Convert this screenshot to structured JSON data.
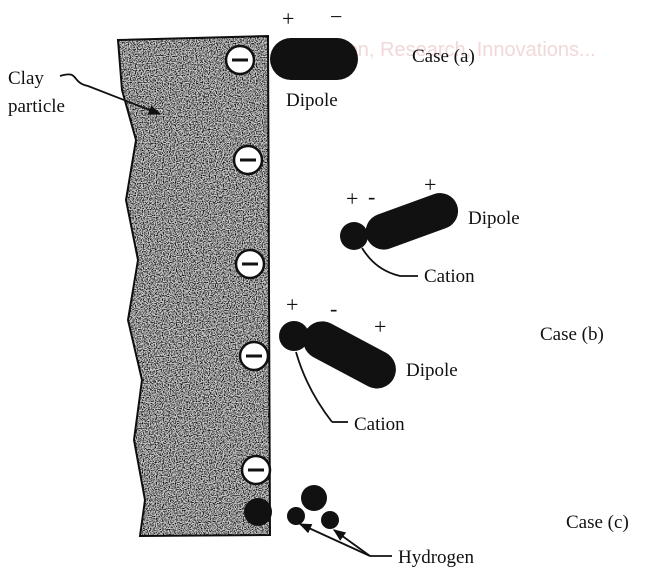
{
  "watermark": "...on, Research, Innovations...",
  "labels": {
    "clay_particle_line1": "Clay",
    "clay_particle_line2": "particle",
    "case_a": "Case (a)",
    "case_b": "Case (b)",
    "case_c": "Case (c)",
    "dipole_a": "Dipole",
    "dipole_b1": "Dipole",
    "dipole_b2": "Dipole",
    "cation_1": "Cation",
    "cation_2": "Cation",
    "hydrogen": "Hydrogen"
  },
  "signs": {
    "plus": "+",
    "minus": "−",
    "minus_short": "-"
  },
  "colors": {
    "ink": "#111111",
    "clay_fill": "#cfcfcf",
    "watermark": "#f2d8d8"
  }
}
